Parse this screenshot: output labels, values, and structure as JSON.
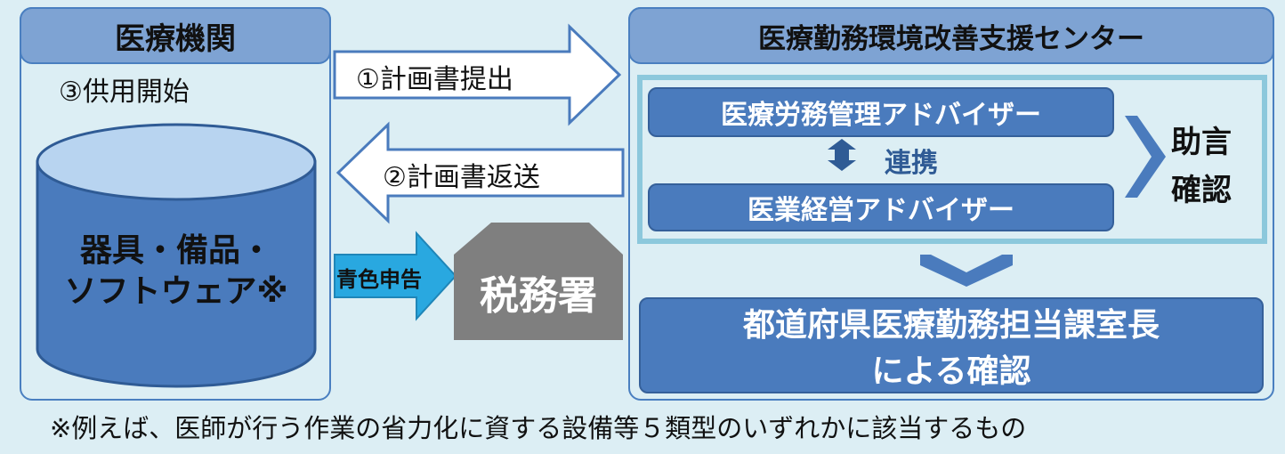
{
  "left": {
    "title": "医療機関",
    "step3": "③供用開始",
    "cylinder_line1": "器具・備品・",
    "cylinder_line2": "ソフトウェア※"
  },
  "arrows": {
    "submit": "①計画書提出",
    "return": "②計画書返送",
    "blue_return": "青色申告"
  },
  "tax_office": "税務署",
  "right": {
    "title": "医療勤務環境改善支援センター",
    "advisor_labor": "医療労務管理アドバイザー",
    "cooperation": "連携",
    "advisor_business": "医業経営アドバイザー",
    "advice": "助言",
    "confirm": "確認",
    "prefecture_line1": "都道府県医療勤務担当課室長",
    "prefecture_line2": "による確認"
  },
  "footnote": "※例えば、医師が行う作業の省力化に資する設備等５類型のいずれかに該当するもの",
  "colors": {
    "background": "#dceef4",
    "header": "#7ea3d3",
    "box_blue": "#4a7bbd",
    "inner_border": "#8cc8dc",
    "blue_arrow": "#29a8e0",
    "house_gray": "#7f7f7f"
  }
}
